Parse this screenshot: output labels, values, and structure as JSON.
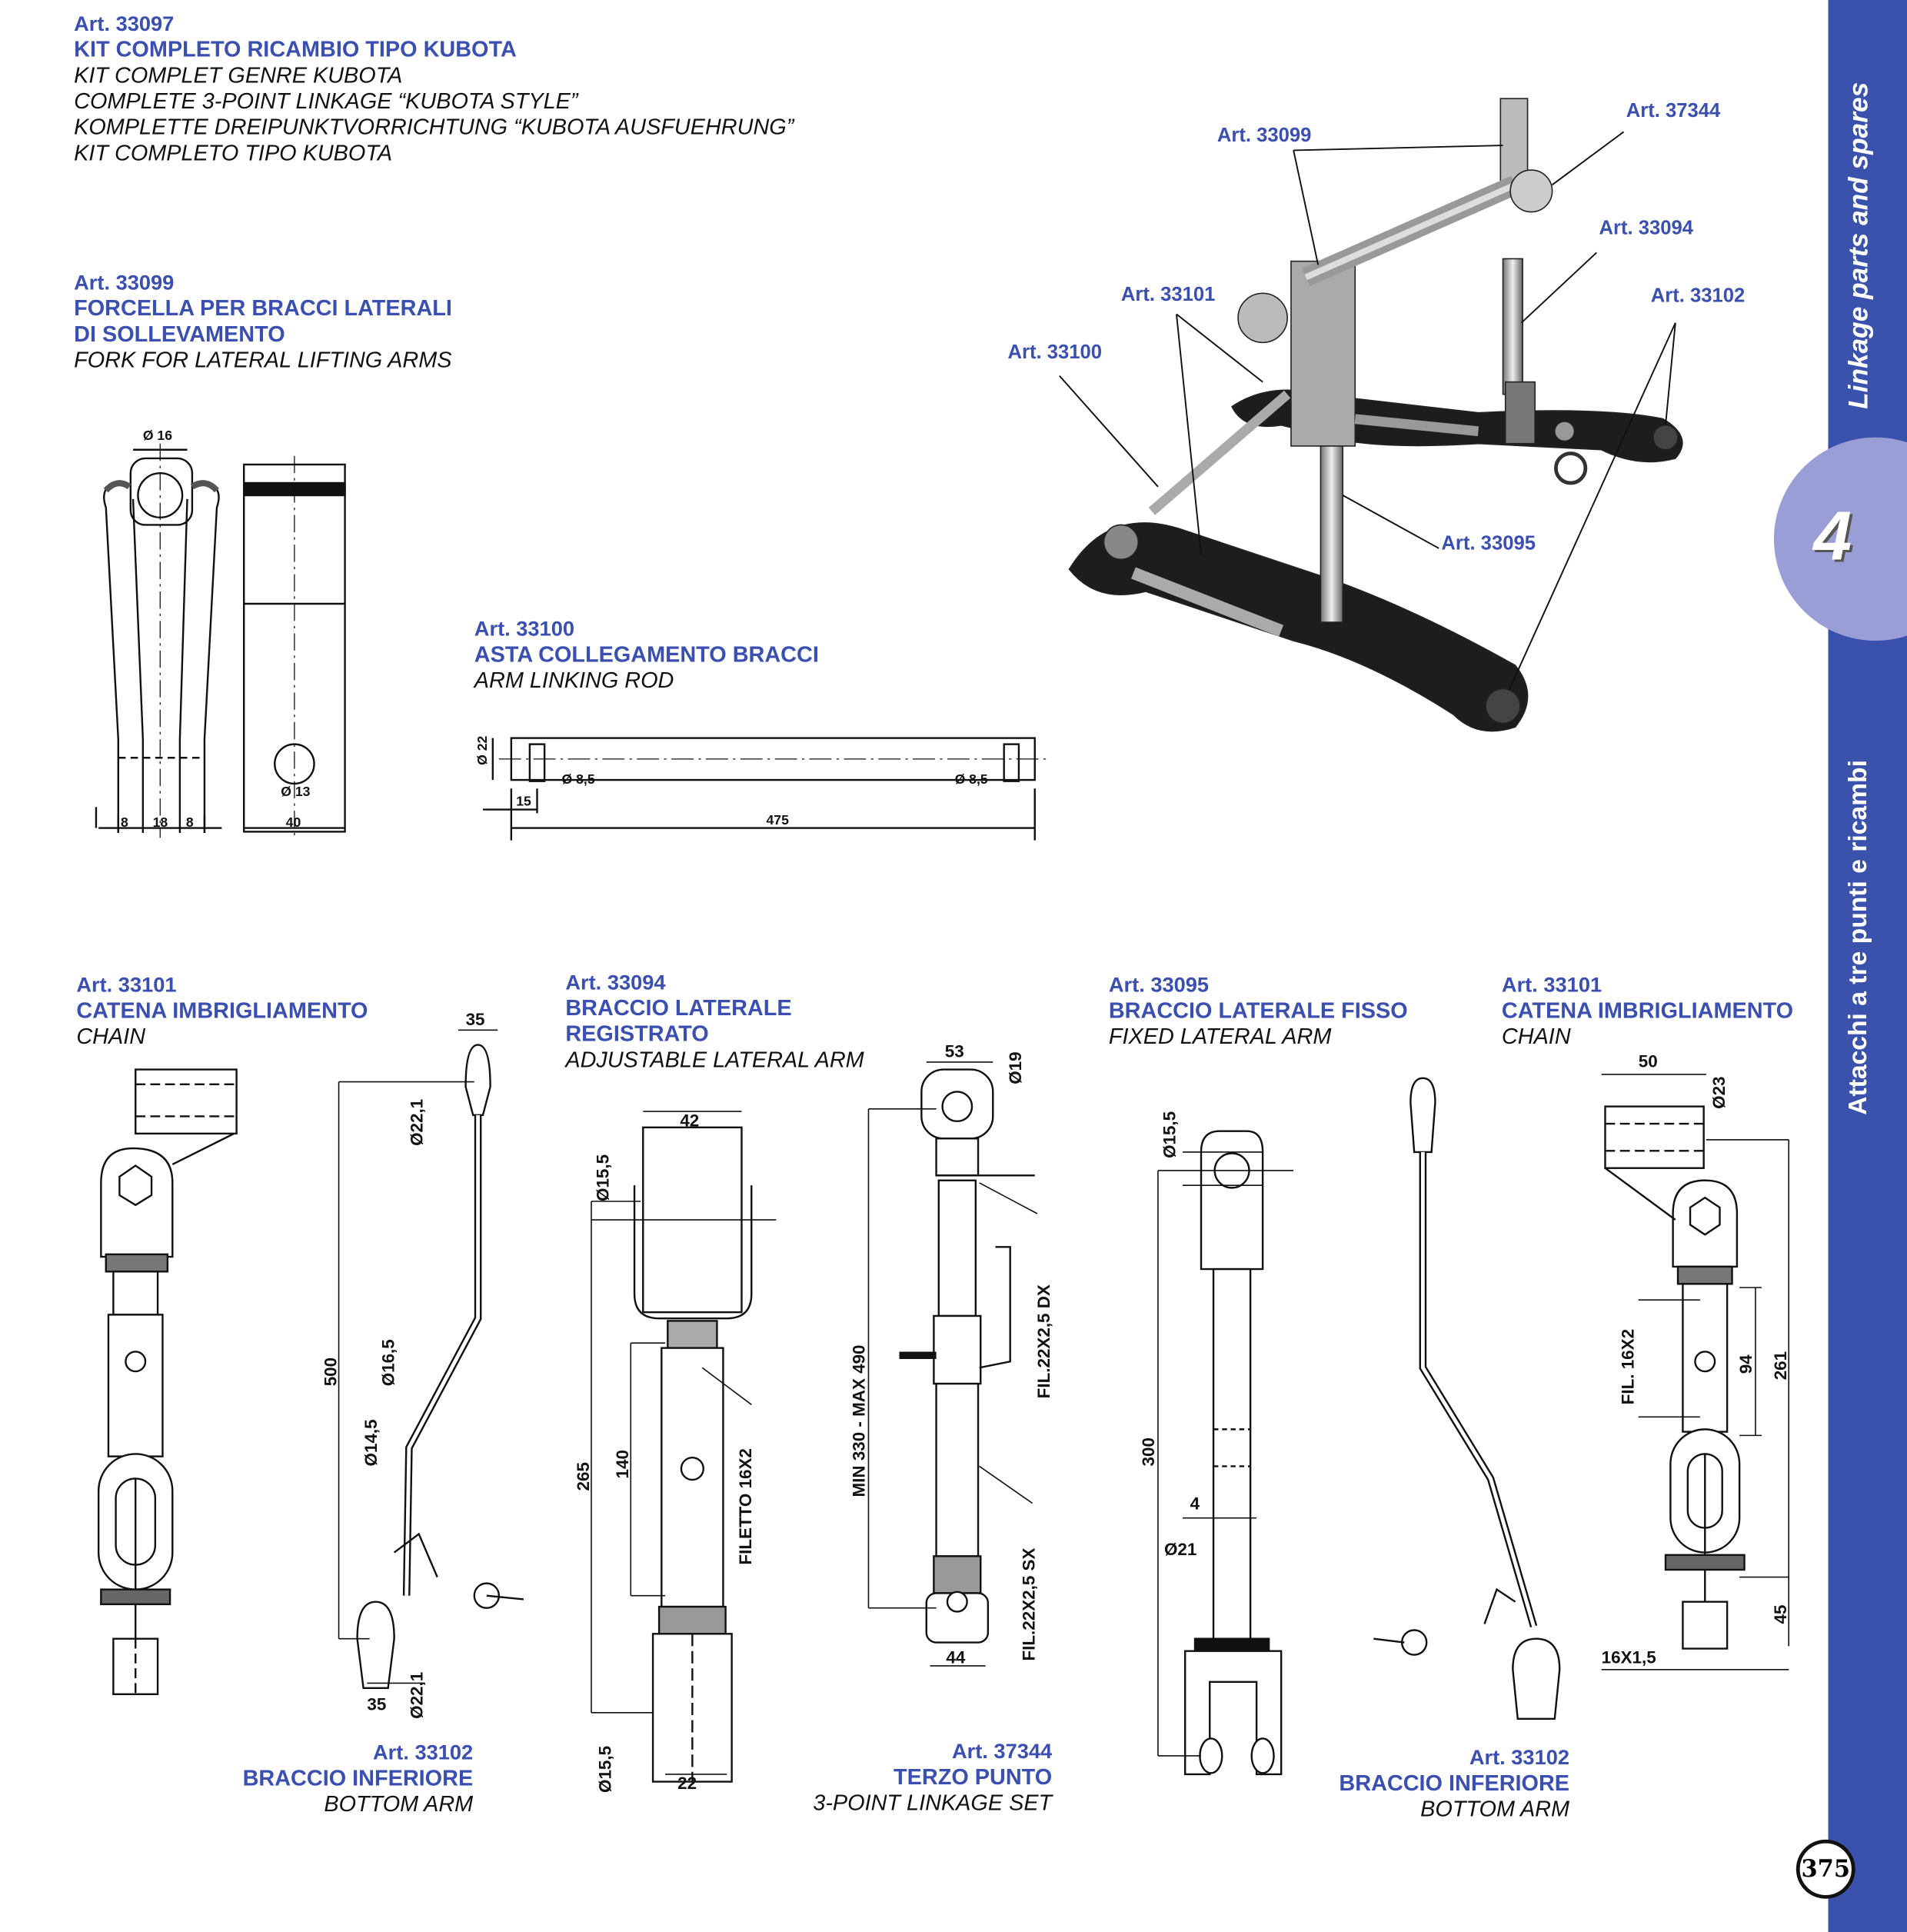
{
  "kit": {
    "art": "Art. 33097",
    "title_it": "KIT COMPLETO RICAMBIO TIPO KUBOTA",
    "lines": [
      "KIT COMPLET GENRE KUBOTA",
      "COMPLETE 3-POINT LINKAGE “KUBOTA STYLE”",
      "KOMPLETTE DREIPUNKTVORRICHTUNG “KUBOTA AUSFUEHRUNG”",
      "KIT COMPLETO TIPO KUBOTA"
    ]
  },
  "fork": {
    "art": "Art. 33099",
    "title_l1": "FORCELLA PER BRACCI LATERALI",
    "title_l2": "DI SOLLEVAMENTO",
    "subtitle": "FORK FOR LATERAL LIFTING ARMS",
    "dims": {
      "top": "Ø 16",
      "hole": "Ø 13",
      "w1": "8",
      "w2": "18",
      "w3": "8",
      "side": "40"
    }
  },
  "rod": {
    "art": "Art. 33100",
    "title": "ASTA COLLEGAMENTO BRACCI",
    "subtitle": "ARM LINKING ROD",
    "dims": {
      "dia": "Ø 22",
      "hole_l": "Ø 8,5",
      "hole_r": "Ø 8,5",
      "offset": "15",
      "length": "475"
    }
  },
  "photo_callouts": {
    "a": "Art. 33099",
    "b": "Art. 37344",
    "c": "Art. 33094",
    "d": "Art. 33101",
    "e": "Art. 33102",
    "f": "Art. 33100",
    "g": "Art. 33095"
  },
  "chain_left": {
    "art": "Art. 33101",
    "title": "CATENA IMBRIGLIAMENTO",
    "subtitle": "CHAIN"
  },
  "bottom_arm_left": {
    "art": "Art. 33102",
    "title": "BRACCIO INFERIORE",
    "subtitle": "BOTTOM ARM",
    "dims": {
      "top": "35",
      "d1": "Ø22,1",
      "len": "500",
      "d2": "Ø16,5",
      "d3": "Ø14,5",
      "bot": "35",
      "d4": "Ø22,1"
    }
  },
  "adjustable_arm": {
    "art": "Art. 33094",
    "title_l1": "BRACCIO LATERALE",
    "title_l2": "REGISTRATO",
    "subtitle": "ADJUSTABLE LATERAL ARM",
    "dims": {
      "top": "42",
      "d1": "Ø15,5",
      "len": "265",
      "mid": "140",
      "thread": "FILETTO 16X2",
      "d2": "Ø15,5",
      "bot": "22"
    }
  },
  "top_link": {
    "art": "Art. 37344",
    "title": "TERZO PUNTO",
    "subtitle": "3-POINT LINKAGE SET",
    "dims": {
      "top": "53",
      "d1": "Ø19",
      "range": "MIN 330 - MAX 490",
      "dx": "FIL.22X2,5 DX",
      "sx": "FIL.22X2,5 SX",
      "bot": "44"
    }
  },
  "fixed_arm": {
    "art": "Art. 33095",
    "title": "BRACCIO LATERALE FISSO",
    "subtitle": "FIXED LATERAL ARM",
    "dims": {
      "d1": "Ø15,5",
      "len": "300",
      "gap": "4",
      "d2": "Ø21"
    }
  },
  "bottom_arm_right": {
    "art": "Art. 33102",
    "title": "BRACCIO INFERIORE",
    "subtitle": "BOTTOM ARM"
  },
  "chain_right": {
    "art": "Art. 33101",
    "title": "CATENA IMBRIGLIAMENTO",
    "subtitle": "CHAIN",
    "dims": {
      "top": "50",
      "d1": "Ø23",
      "thread": "FIL. 16X2",
      "mid": "94",
      "len": "261",
      "bot": "45",
      "bolt": "16X1,5"
    }
  },
  "sidebar": {
    "top_text": "Linkage parts and spares",
    "chapter": "4",
    "bottom_text": "Attacchi a tre punti e ricambi",
    "page_number": "375",
    "accent": "#3b52ad",
    "chapter_circle": "#9a9ed6"
  }
}
